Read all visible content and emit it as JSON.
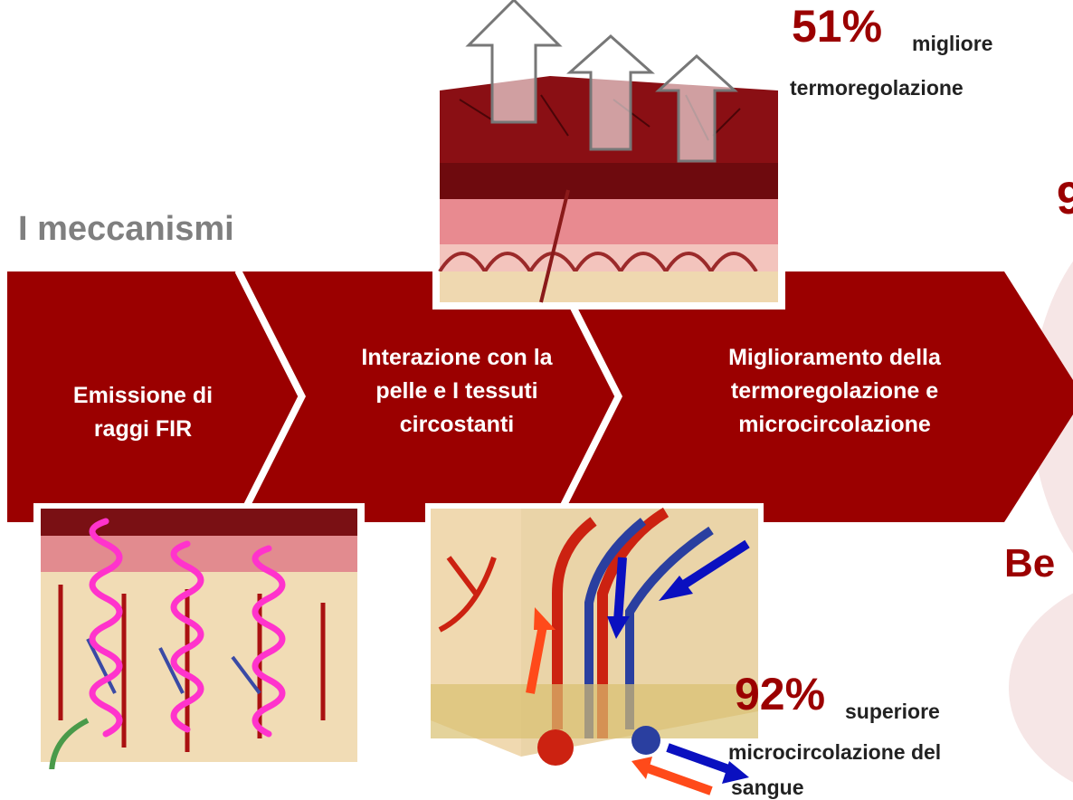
{
  "title": "I meccanismi",
  "steps": [
    {
      "line1": "Emissione di",
      "line2": "raggi FIR",
      "line3": ""
    },
    {
      "line1": "Interazione con la",
      "line2": "pelle e I tessuti",
      "line3": "circostanti"
    },
    {
      "line1": "Miglioramento della",
      "line2": "termoregolazione e",
      "line3": "microcircolazione"
    }
  ],
  "stats": [
    {
      "percent": "51%",
      "line1": "migliore",
      "line2": "termoregolazione",
      "line3": ""
    },
    {
      "percent": "92%",
      "line1": "superiore",
      "line2": "microcircolazione del",
      "line3": "sangue"
    }
  ],
  "cropped_text": [
    "9",
    "Be"
  ],
  "colors": {
    "chevron": "#9b0000",
    "title": "#7f7f7f",
    "accent": "#9b0000",
    "circle": "#f6e6e6"
  },
  "images": [
    {
      "name": "skin-cross-section-thermoregulation",
      "icon": "heat-up-arrows-icon"
    },
    {
      "name": "skin-cross-section-fir-waves",
      "icon": "infrared-wave-icon"
    },
    {
      "name": "blood-vessels-microcirculation",
      "icon": "circulation-arrows-icon"
    }
  ]
}
